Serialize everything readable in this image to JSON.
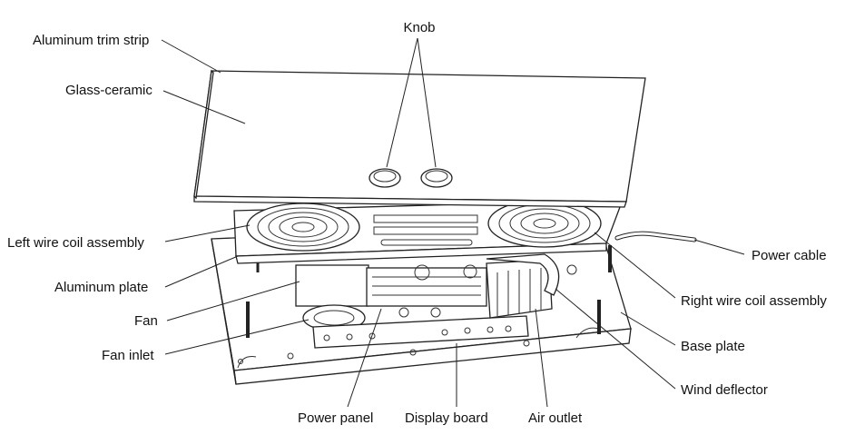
{
  "labels": {
    "knob": "Knob",
    "aluminum_trim_strip": "Aluminum trim strip",
    "glass_ceramic": "Glass-ceramic",
    "left_wire_coil_assembly": "Left wire coil assembly",
    "aluminum_plate": "Aluminum plate",
    "fan": "Fan",
    "fan_inlet": "Fan inlet",
    "power_panel": "Power panel",
    "display_board": "Display board",
    "air_outlet": "Air outlet",
    "power_cable": "Power cable",
    "right_wire_coil_assembly": "Right wire coil assembly",
    "base_plate": "Base plate",
    "wind_deflector": "Wind deflector"
  },
  "colors": {
    "line": "#222222",
    "background": "#ffffff"
  }
}
